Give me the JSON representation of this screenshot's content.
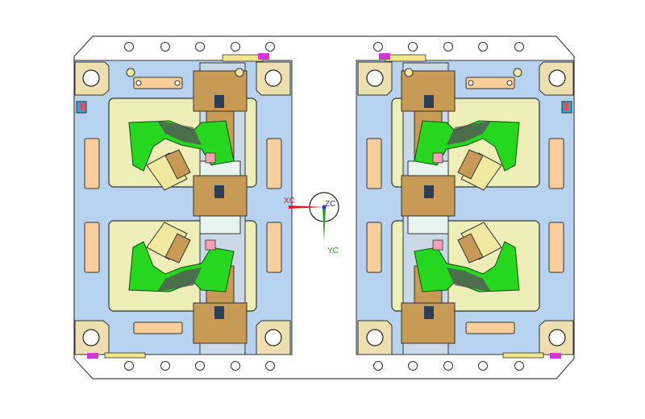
{
  "view": {
    "axes": {
      "x_label": "XC",
      "y_label": "YC",
      "z_label": "ZC"
    },
    "colors": {
      "plate": "#ffffff",
      "base_blue": "#b7d3ef",
      "cavity_yellow": "#eeeeb8",
      "slider_brown": "#c79a55",
      "part_green": "#27d61f",
      "slot_orange": "#f7cf9c",
      "x_axis": "#e01b24",
      "y_axis": "#2a9d2a",
      "z_axis": "#1b3de0"
    }
  }
}
